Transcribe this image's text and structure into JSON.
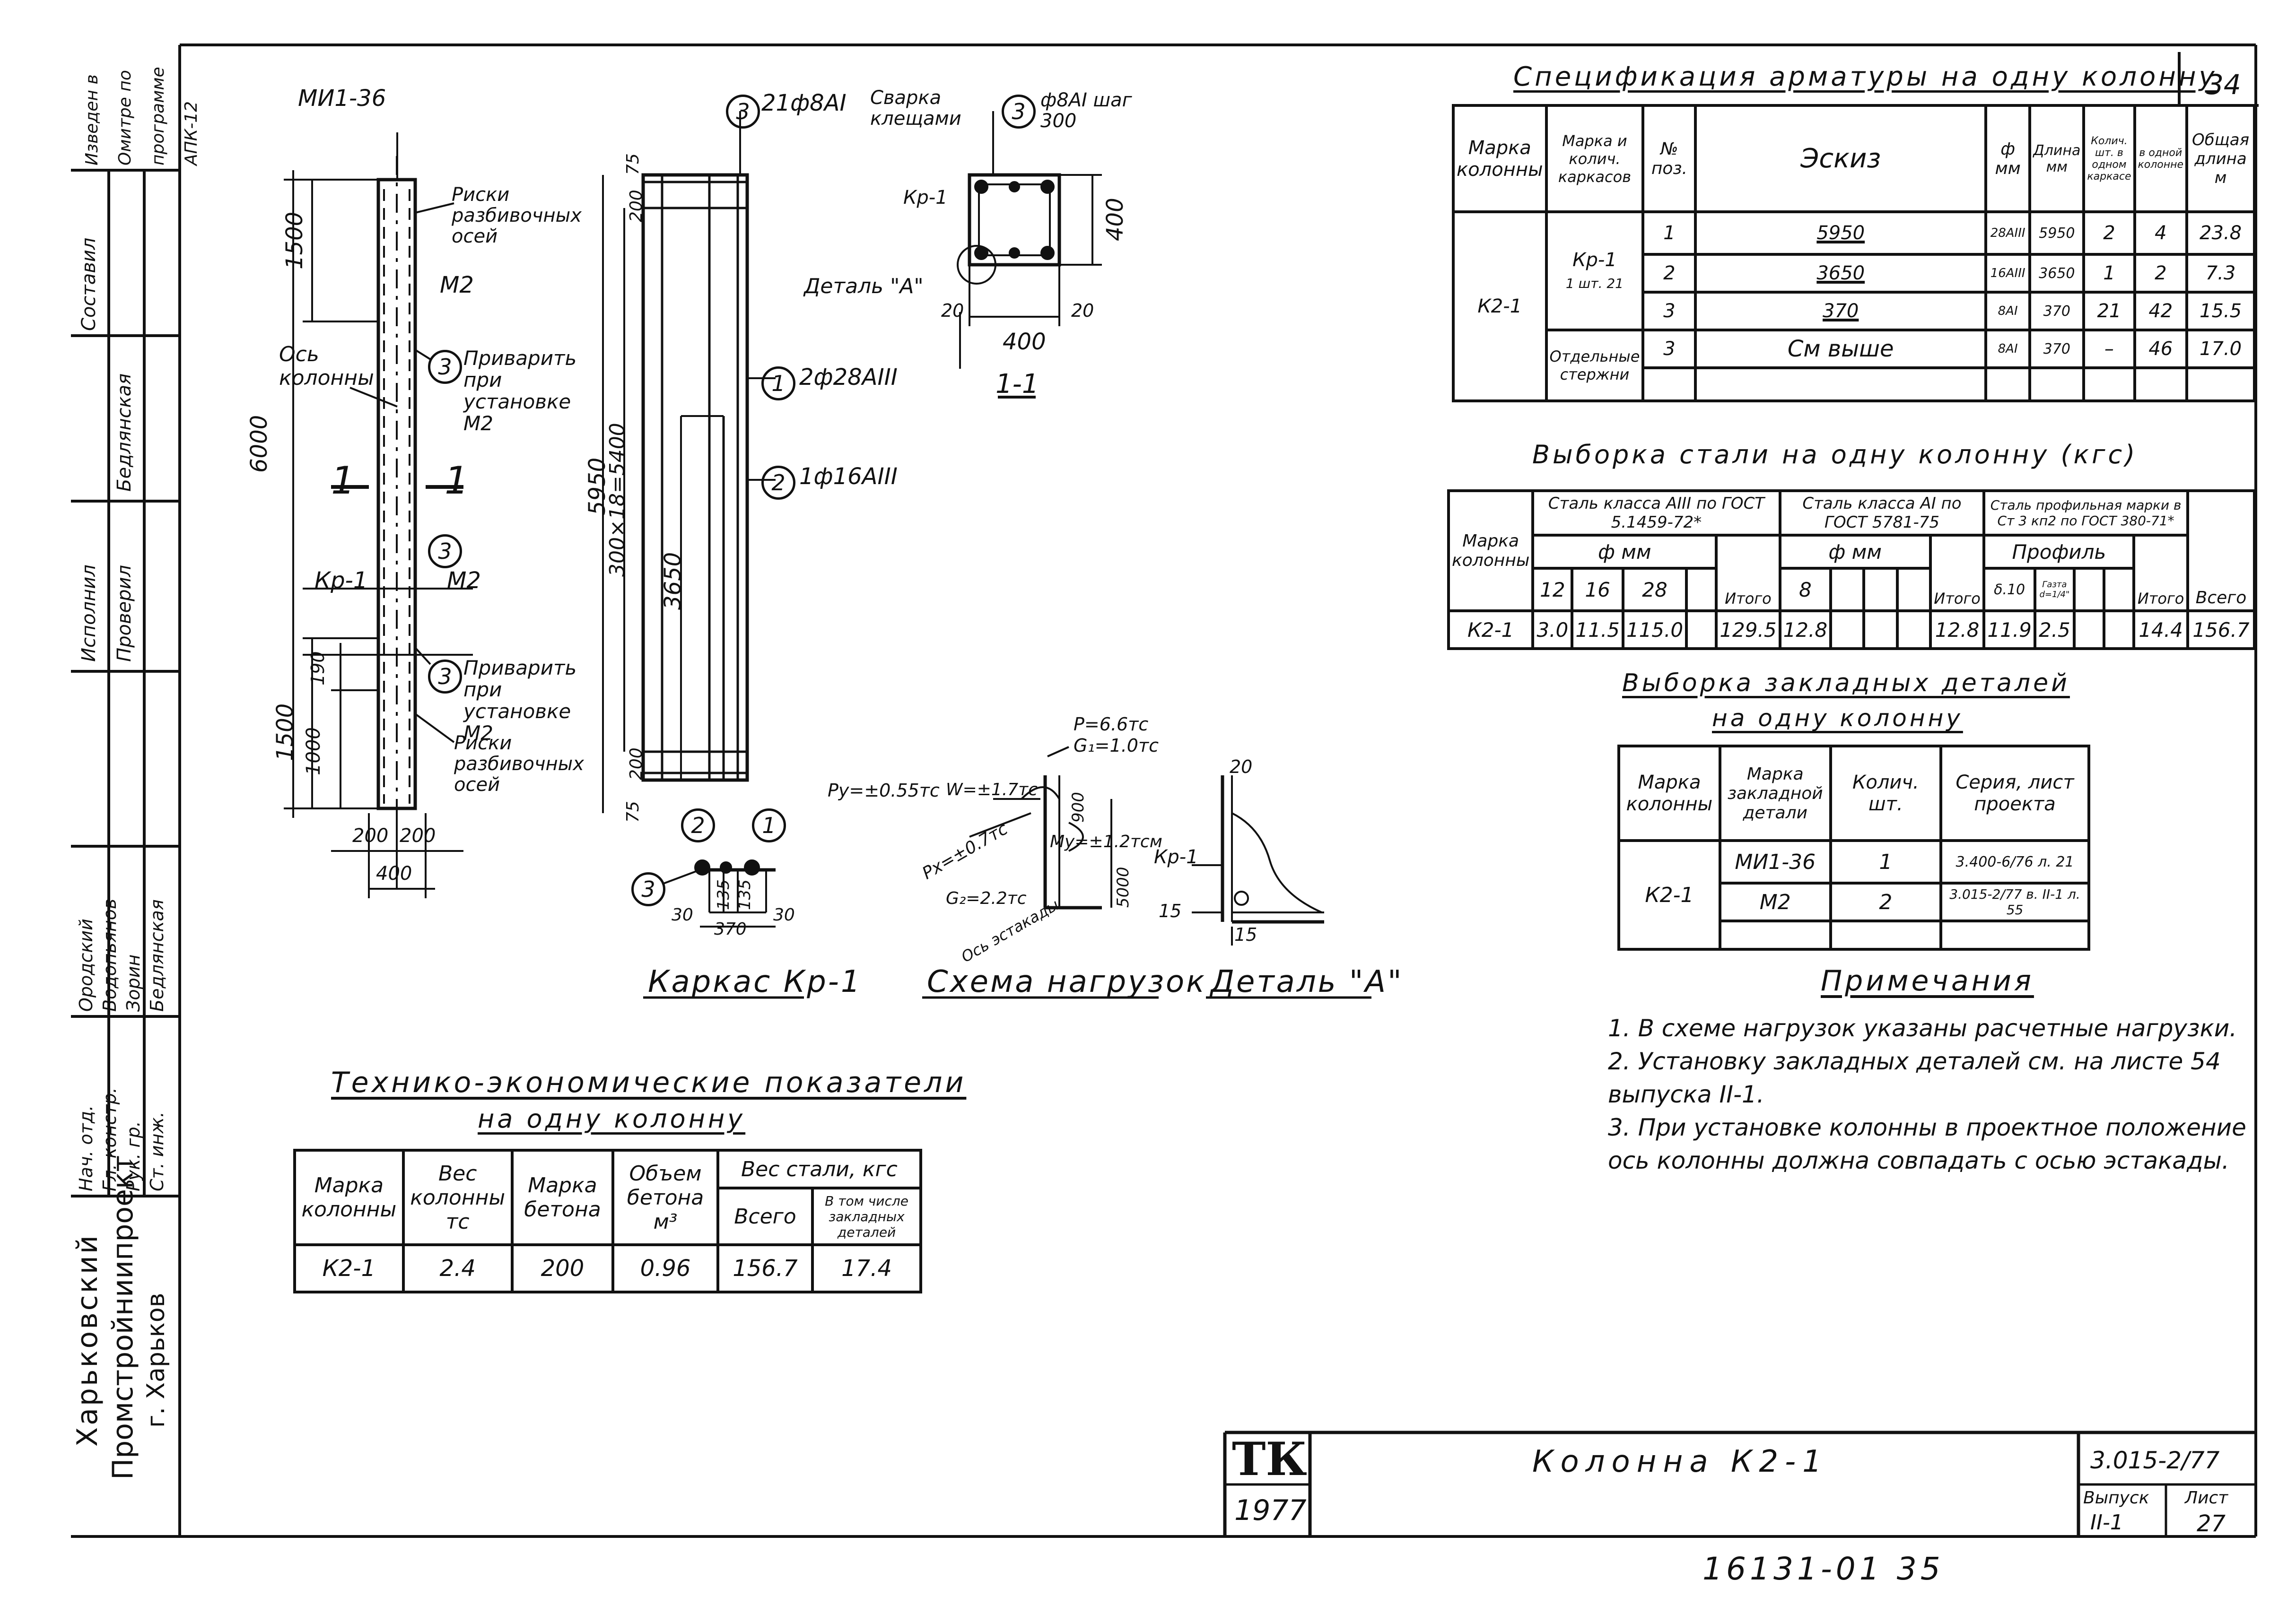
{
  "sheet_number_top": "34",
  "spec": {
    "title": "Спецификация арматуры на одну колонну",
    "headers": [
      "Марка колонны",
      "Марка и колич. каркасов",
      "№ поз.",
      "Эскиз",
      "ф мм",
      "Длина мм",
      "Колич. шт. в одном каркасе",
      "в одной колонне",
      "Общая длина м"
    ],
    "column_mark": "К2-1",
    "frame_label": "Кр-1",
    "frame_count": "1 шт. 21",
    "separate_label": "Отдельные стержни",
    "rows": [
      {
        "pos": "1",
        "sketch": "5950",
        "d": "28AIII",
        "len": "5950",
        "in_frame": "2",
        "in_col": "4",
        "total": "23.8"
      },
      {
        "pos": "2",
        "sketch": "3650",
        "d": "16AIII",
        "len": "3650",
        "in_frame": "1",
        "in_col": "2",
        "total": "7.3"
      },
      {
        "pos": "3",
        "sketch": "370",
        "d": "8AI",
        "len": "370",
        "in_frame": "21",
        "in_col": "42",
        "total": "15.5"
      },
      {
        "pos": "3",
        "sketch": "См выше",
        "d": "8AI",
        "len": "370",
        "in_frame": "–",
        "in_col": "46",
        "total": "17.0"
      }
    ]
  },
  "steel": {
    "title": "Выборка стали на одну колонну (кгс)",
    "h_mark": "Марка колонны",
    "h_a3": "Сталь класса AIII по ГОСТ 5.1459-72*",
    "h_a1": "Сталь класса AI по ГОСТ 5781-75",
    "h_prof": "Сталь профильная марки в Ст 3 кп2 по ГОСТ 380-71*",
    "h_dmm": "ф мм",
    "h_profile": "Профиль",
    "h_total": "Итого",
    "h_all": "Всего",
    "diam": [
      "12",
      "16",
      "28"
    ],
    "a1_diam": "8",
    "prof_cols": [
      "δ.10",
      "Газта d=1/4\""
    ],
    "row": {
      "mark": "К2-1",
      "v12": "3.0",
      "v16": "11.5",
      "v28": "115.0",
      "total_a3": "129.5",
      "v8": "12.8",
      "total_a1": "12.8",
      "p1": "11.9",
      "p2": "2.5",
      "total_p": "14.4",
      "all": "156.7"
    }
  },
  "embedded": {
    "title1": "Выборка закладных деталей",
    "title2": "на одну колонну",
    "headers": [
      "Марка колонны",
      "Марка закладной детали",
      "Колич. шт.",
      "Серия, лист проекта"
    ],
    "mark": "К2-1",
    "rows": [
      {
        "detail": "МИ1-36",
        "qty": "1",
        "series": "3.400-6/76 л. 21"
      },
      {
        "detail": "М2",
        "qty": "2",
        "series": "3.015-2/77 в. II-1 л. 55"
      }
    ]
  },
  "notes": {
    "title": "Примечания",
    "items": [
      "1. В схеме нагрузок указаны расчетные нагрузки.",
      "2. Установку закладных деталей см. на листе 54 выпуска II-1.",
      "3. При установке колонны в проектное положение ось колонны должна совпадать с осью эстакады."
    ]
  },
  "tep": {
    "title1": "Технико-экономические показатели",
    "title2": "на одну колонну",
    "headers": [
      "Марка колонны",
      "Вес колонны тс",
      "Марка бетона",
      "Объем бетона м³",
      "Вес стали, кгс",
      "Всего",
      "В том числе закладных деталей"
    ],
    "row": {
      "mark": "К2-1",
      "weight": "2.4",
      "concrete": "200",
      "volume": "0.96",
      "steel_total": "156.7",
      "steel_embedded": "17.4"
    }
  },
  "drawing": {
    "col_top_detail": "МИ1-36",
    "marks": "Риски разбивочных осей",
    "m2": "М2",
    "weld_note": "Приварить при установке М2",
    "axis": "Ось колонны",
    "section": "1",
    "frame": "Кр-1",
    "dims": {
      "h6000": "6000",
      "d1500": "1500",
      "d190": "190",
      "d1000": "1000",
      "d200": "200",
      "d400": "400",
      "d5950": "5950",
      "d5400": "300×18=5400",
      "d3650": "3650",
      "d75": "75",
      "d30": "30",
      "d135": "135",
      "d370": "370",
      "d20": "20",
      "d15": "15",
      "d900": "900",
      "d5000": "5000"
    },
    "bar1": "2ф28AIII",
    "bar2": "1ф16AIII",
    "bar3": "21ф8AI",
    "weld_clamps": "Сварка клещами",
    "bar3_step": "ф8AI шаг 300",
    "detail_a_ref": "Деталь \"А\"",
    "section_title": "1-1",
    "frame_title": "Каркас Кр-1",
    "loads_title": "Схема нагрузок",
    "detail_title": "Деталь \"А\"",
    "loads": {
      "p": "P=6.6тс",
      "g1": "G₁=1.0тс",
      "py": "Py=±0.55тс",
      "w": "W=±1.7тс",
      "px": "Px=±0.7тс",
      "my": "My=±1.2тсм",
      "g2": "G₂=2.2тс",
      "axis": "Ось эстакады"
    }
  },
  "left_strip": {
    "row1": [
      "Изведен в Омитре по программе АПК-12"
    ],
    "sign_rows": [
      "Составил",
      "Бедлянская",
      "Исполнил",
      "Проверил"
    ],
    "people": [
      [
        "Нач. отд.",
        "Ородский"
      ],
      [
        "Гл. констр.",
        "Водопьянов"
      ],
      [
        "Рук. гр.",
        "Зорин"
      ],
      [
        "Ст. инж.",
        "Бедлянская"
      ]
    ],
    "org": [
      "Харьковский",
      "Промстройниипроект",
      "г. Харьков"
    ]
  },
  "title_block": {
    "logo": "ТК",
    "year": "1977",
    "name": "Колонна К2-1",
    "series": "3.015-2/77",
    "issue_label": "Выпуск",
    "issue": "II-1",
    "sheet_label": "Лист",
    "sheet": "27"
  },
  "footer_number": "16131-01 35"
}
